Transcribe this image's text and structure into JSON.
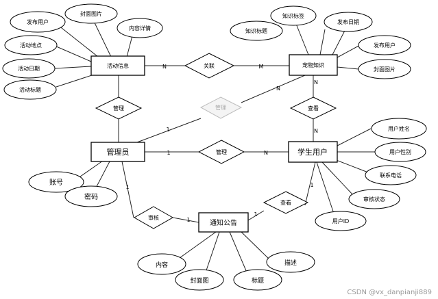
{
  "entities": {
    "activity": "活动信息",
    "pet": "宠物知识",
    "admin": "管理员",
    "student": "学生用户",
    "notice": "通知公告"
  },
  "relations": {
    "related": "关联",
    "manage_activity": "管理",
    "manage_pet": "管理",
    "manage_user": "管理",
    "view_pet": "查看",
    "review": "审核",
    "view_notice": "查看"
  },
  "attributes": {
    "activity": [
      "发布用户",
      "封面图片",
      "内容详情",
      "活动地点",
      "活动日期",
      "活动标题"
    ],
    "pet": [
      "知识标签",
      "发布日期",
      "知识标题",
      "发布用户",
      "封面图片"
    ],
    "admin": [
      "账号",
      "密码"
    ],
    "student": [
      "用户姓名",
      "用户性别",
      "联系电话",
      "审核状态",
      "用户ID"
    ],
    "notice": [
      "内容",
      "封面图",
      "标题",
      "描述"
    ]
  },
  "cardinalities": {
    "activity_related": "N",
    "related_pet": "M",
    "pet_admin_pet": "N",
    "pet_admin_admin": "1",
    "activity_admin": "",
    "admin_manage": "1",
    "manage_student": "N",
    "pet_view": "N",
    "view_student": "N",
    "admin_review": "1",
    "review_notice": "1",
    "notice_view": "1",
    "view_student_notice": "1"
  },
  "watermark": "CSDN @vx_danpianji889"
}
